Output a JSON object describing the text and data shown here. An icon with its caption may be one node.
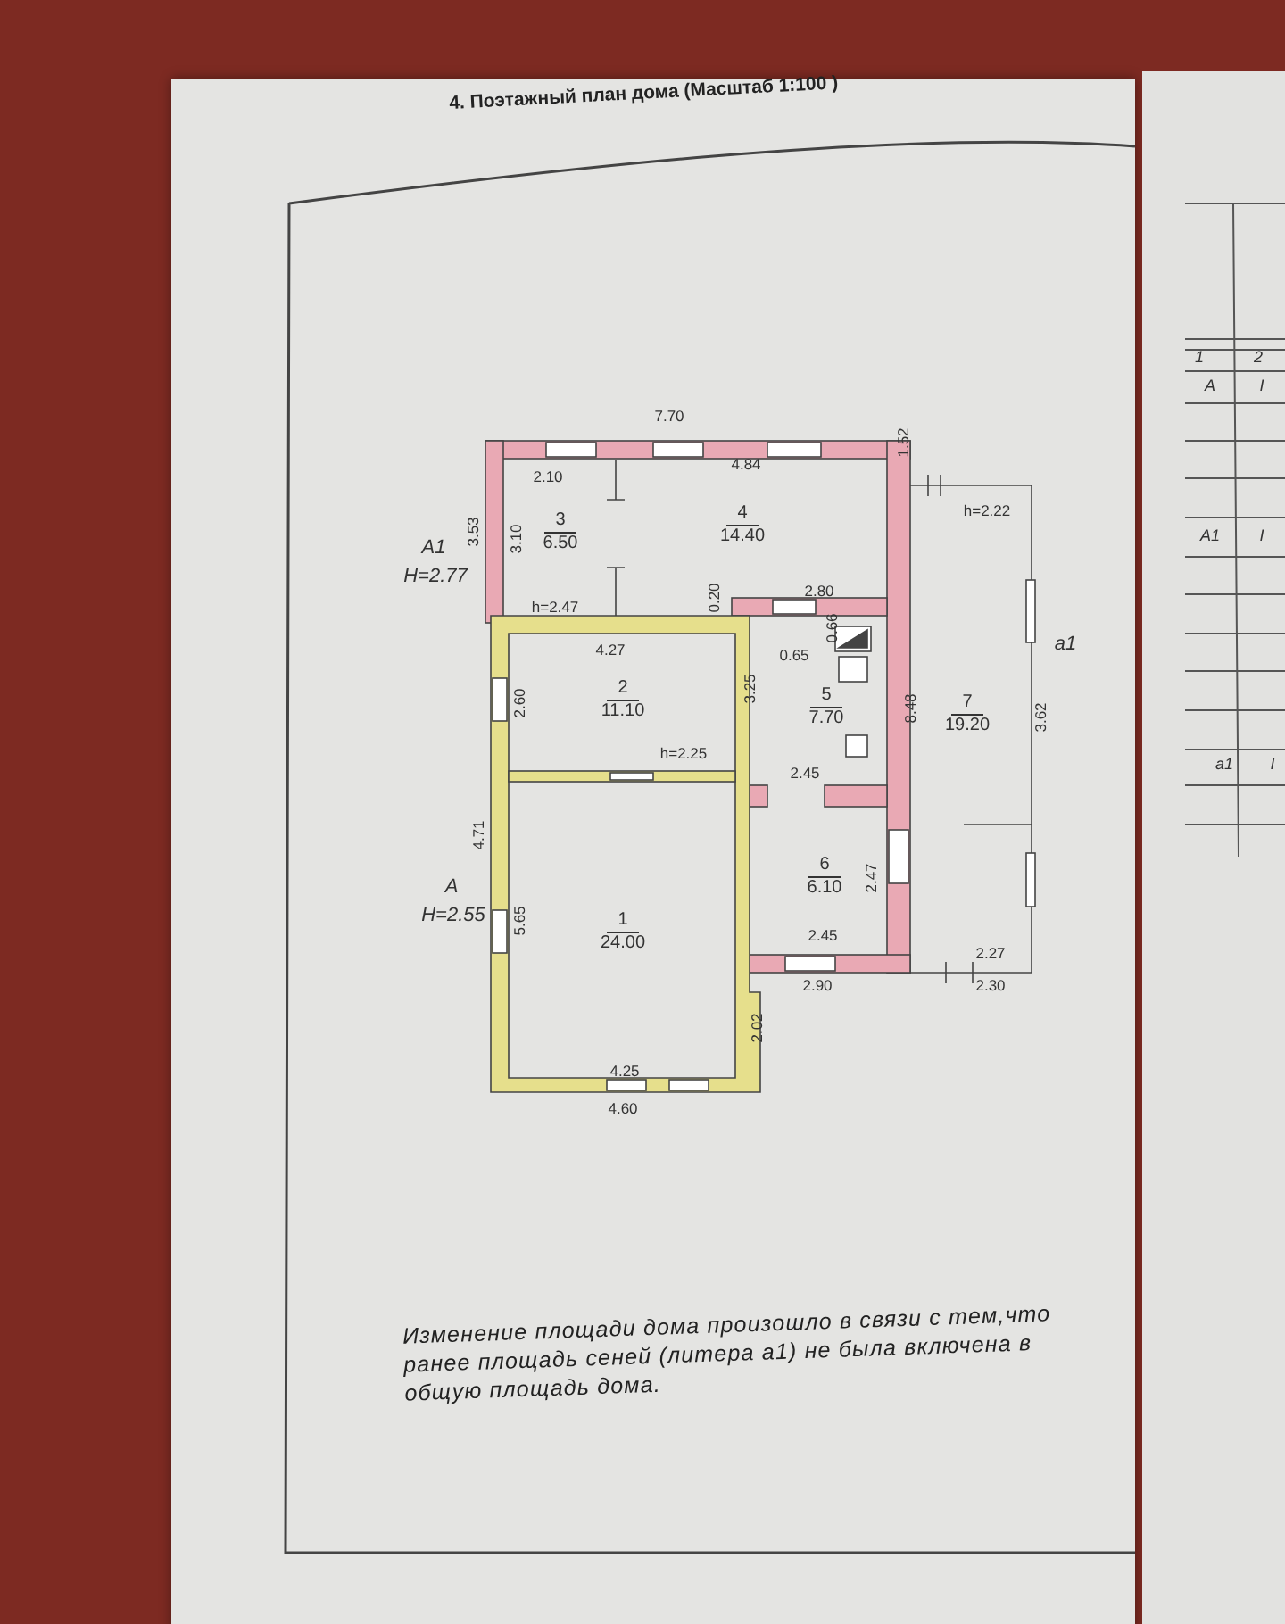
{
  "diagram": {
    "title": "4. Поэтажный план дома (Масштаб 1:100 )",
    "nodes": [
      {
        "text": [
          "3",
          "6.50"
        ]
      },
      {
        "text": [
          "4",
          "14.40"
        ]
      },
      {
        "text": [
          "2",
          "11.10"
        ]
      },
      {
        "text": [
          "5",
          "7.70"
        ]
      },
      {
        "text": [
          "6",
          "6.10"
        ]
      },
      {
        "text": [
          "1",
          "24.00"
        ]
      },
      {
        "text": [
          "7",
          "19.20"
        ]
      }
    ],
    "edges": [],
    "labels": [
      "7.70",
      "1.52",
      "2.10",
      "4.84",
      "h=2.22",
      "3.53",
      "3.10",
      "А1",
      "Н=2.77",
      "h=2.47",
      "0.20",
      "2.80",
      "0.66",
      "0.65",
      "а1",
      "4.27",
      "2.60",
      "3.25",
      "8.48",
      "3.62",
      "h=2.25",
      "2.45",
      "4.71",
      "А",
      "Н=2.55",
      "5.65",
      "2.47",
      "2.45",
      "2.27",
      "2.90",
      "2.30",
      "2.02",
      "4.25",
      "4.60",
      "Изменение площади дома произошло в связи с тем,что ранее площадь сеней (литера а1) не была включена в общую площадь дома.",
      "1",
      "2",
      "А",
      "I",
      "А1",
      "I",
      "а1",
      "I"
    ]
  }
}
